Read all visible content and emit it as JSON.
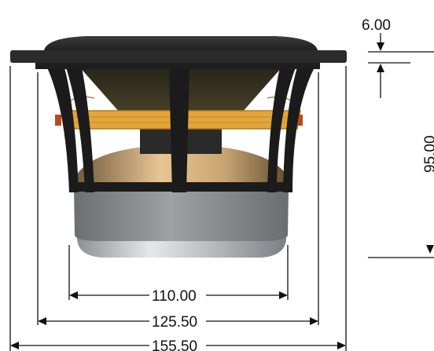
{
  "dimensions": {
    "height_top": "6.00",
    "height_total": "95.00",
    "width_magnet": "110.00",
    "width_frame": "125.50",
    "width_overall": "155.50"
  },
  "colors": {
    "surround": "#2e2e2e",
    "cone": "#3a3520",
    "frame": "#1c1c1c",
    "spider": "#e0a43a",
    "pole": "#c8944a",
    "magnet": "#8a8d90",
    "cup": "#c4c6c8",
    "dimension": "#111111"
  }
}
